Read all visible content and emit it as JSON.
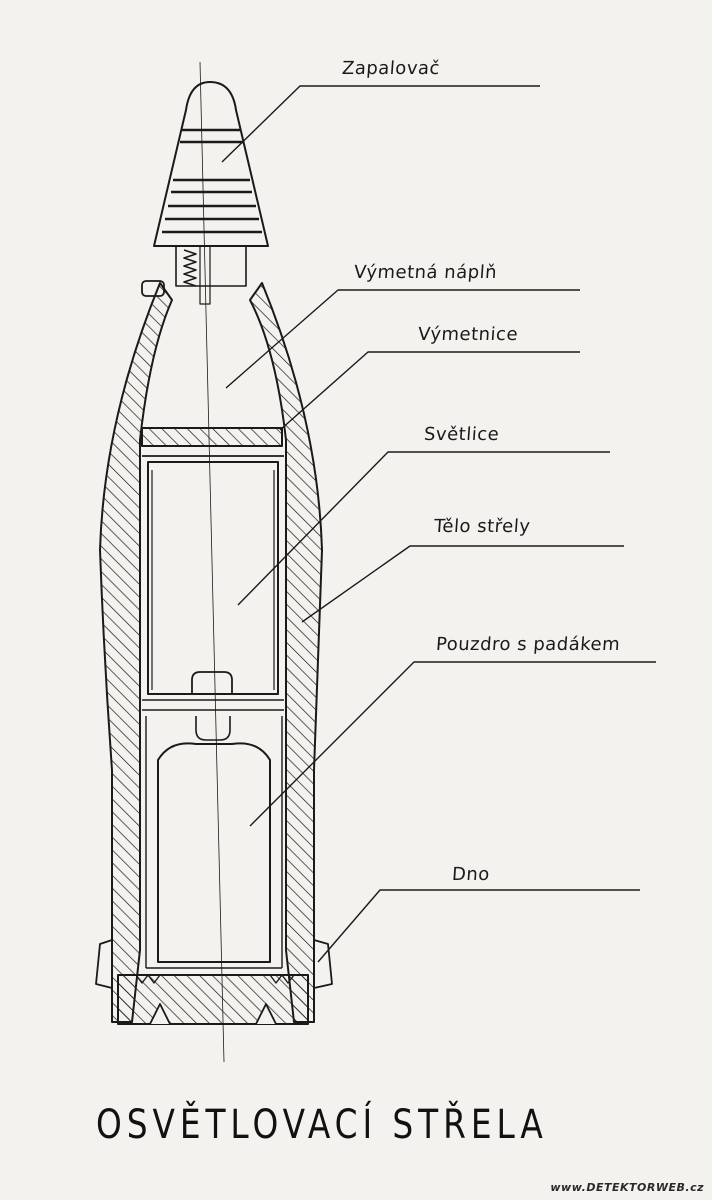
{
  "labels": {
    "zapalovac": "Zapalovač",
    "vymetna_napln": "Výmetná náplň",
    "vymetnice": "Výmetnice",
    "svetlice": "Světlice",
    "telo_strely": "Tělo střely",
    "pouzdro": "Pouzdro s padákem",
    "dno": "Dno"
  },
  "title": "OSVĚTLOVACÍ STŘELA",
  "watermark": "www.DETEKTORWEB.cz",
  "colors": {
    "ink": "#1a1a1a",
    "paper": "#f4f2ee"
  }
}
